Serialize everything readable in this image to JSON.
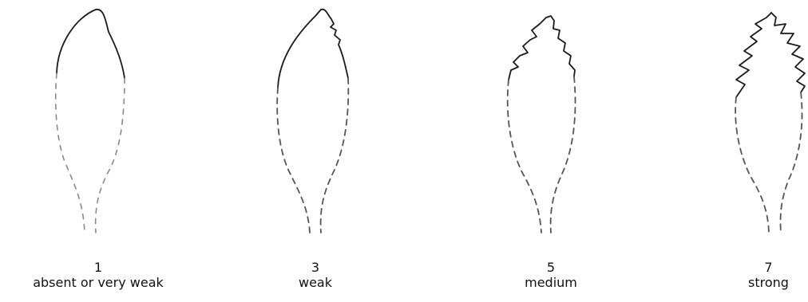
{
  "levels": [
    {
      "note": "1",
      "label": "absent or very weak"
    },
    {
      "note": "3",
      "label": "weak"
    },
    {
      "note": "5",
      "label": "medium"
    },
    {
      "note": "7",
      "label": "strong"
    }
  ],
  "colors": {
    "outline": "#1a1a1a",
    "dashed_outline": "#555555",
    "background": "#ffffff"
  }
}
